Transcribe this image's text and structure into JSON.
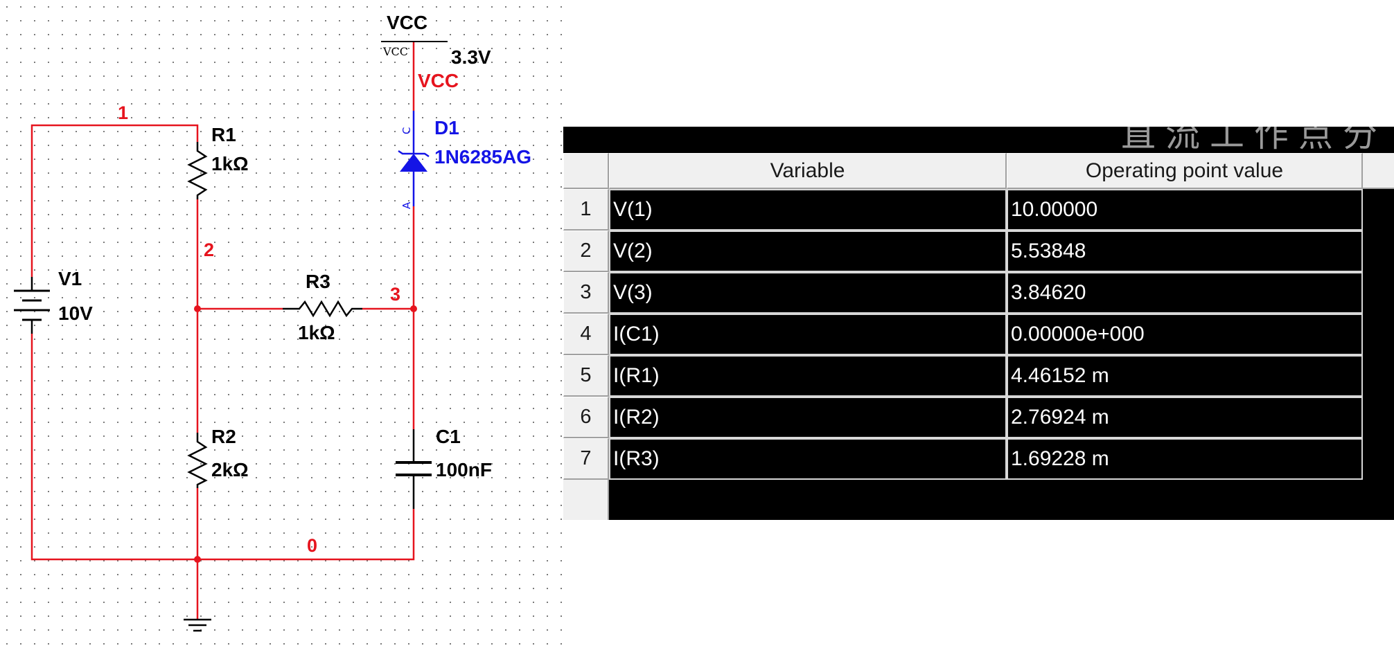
{
  "schematic": {
    "nodes": {
      "n1": "1",
      "n2": "2",
      "n3": "3",
      "n0": "0"
    },
    "vcc": {
      "label": "VCC",
      "pin": "VCC",
      "voltage": "3.3V",
      "net": "VCC"
    },
    "d1": {
      "ref": "D1",
      "value": "1N6285AG",
      "pin_c": "C",
      "pin_a": "A"
    },
    "r1": {
      "ref": "R1",
      "value": "1kΩ"
    },
    "r2": {
      "ref": "R2",
      "value": "2kΩ"
    },
    "r3": {
      "ref": "R3",
      "value": "1kΩ"
    },
    "v1": {
      "ref": "V1",
      "value": "10V"
    },
    "c1": {
      "ref": "C1",
      "value": "100nF"
    },
    "colors": {
      "wire": "#e6141e",
      "diode": "#1414e6",
      "component": "#000000"
    }
  },
  "results": {
    "title": "直流工作点分",
    "columns": [
      "Variable",
      "Operating point value"
    ],
    "rows": [
      {
        "num": "1",
        "variable": "V(1)",
        "value": "10.00000"
      },
      {
        "num": "2",
        "variable": "V(2)",
        "value": "5.53848"
      },
      {
        "num": "3",
        "variable": "V(3)",
        "value": "3.84620"
      },
      {
        "num": "4",
        "variable": "I(C1)",
        "value": "0.00000e+000"
      },
      {
        "num": "5",
        "variable": "I(R1)",
        "value": "4.46152 m"
      },
      {
        "num": "6",
        "variable": "I(R2)",
        "value": "2.76924 m"
      },
      {
        "num": "7",
        "variable": "I(R3)",
        "value": "1.69228 m"
      }
    ]
  }
}
